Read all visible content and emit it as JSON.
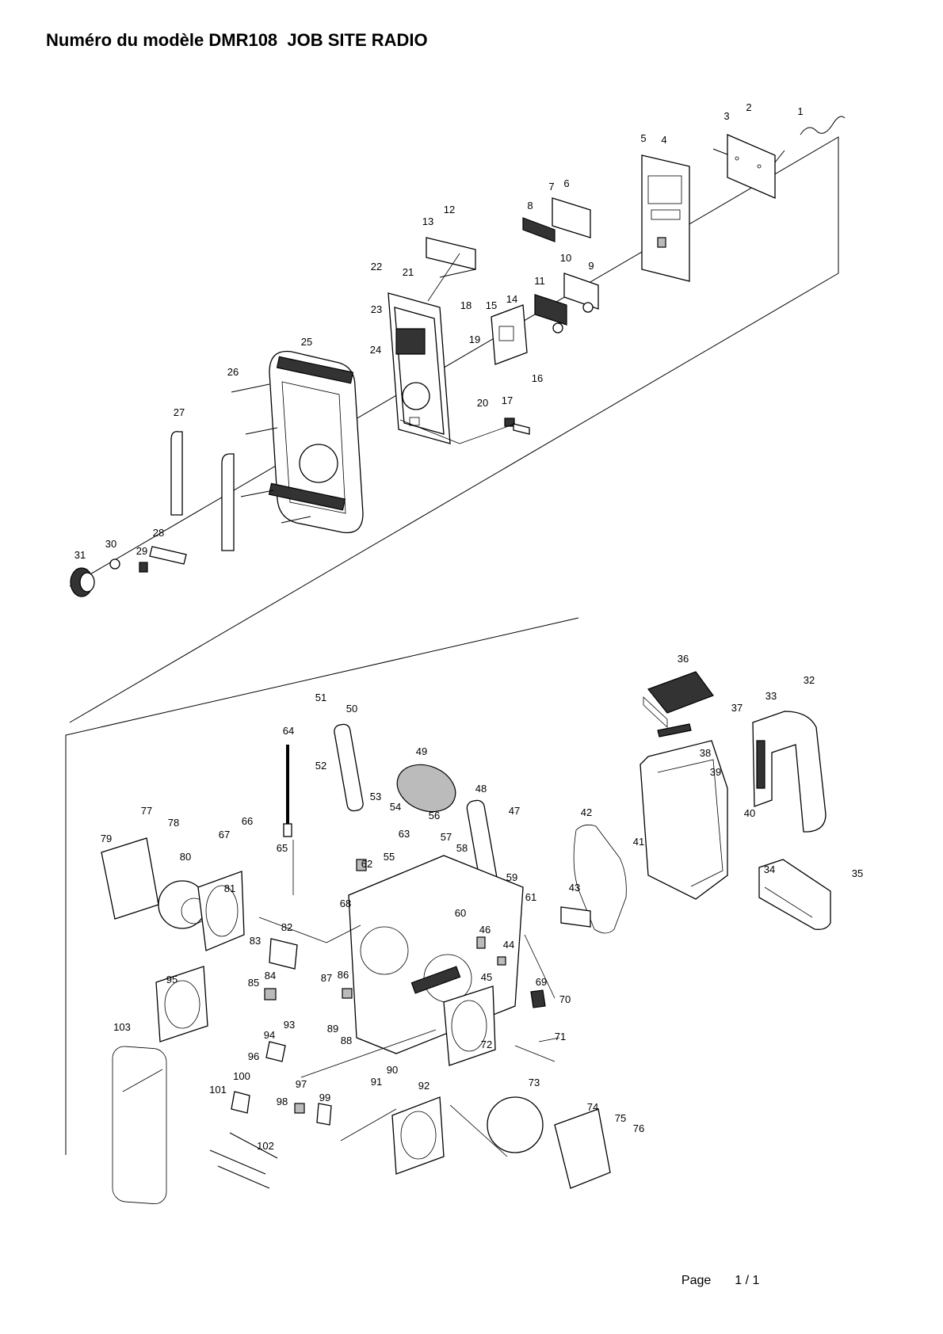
{
  "header": {
    "title": "Numéro du modèle DMR108  JOB SITE RADIO"
  },
  "footer": {
    "page_label": "Page",
    "page_number": "1 / 1"
  },
  "diagram": {
    "callouts": [
      "1",
      "2",
      "3",
      "4",
      "5",
      "6",
      "7",
      "8",
      "9",
      "10",
      "11",
      "12",
      "13",
      "14",
      "15",
      "16",
      "17",
      "18",
      "19",
      "20",
      "21",
      "22",
      "23",
      "24",
      "25",
      "26",
      "27",
      "28",
      "29",
      "30",
      "31",
      "32",
      "33",
      "34",
      "35",
      "36",
      "37",
      "38",
      "39",
      "40",
      "41",
      "42",
      "43",
      "44",
      "45",
      "46",
      "47",
      "48",
      "49",
      "50",
      "51",
      "52",
      "53",
      "54",
      "55",
      "56",
      "57",
      "58",
      "59",
      "60",
      "61",
      "62",
      "63",
      "64",
      "65",
      "66",
      "67",
      "68",
      "69",
      "70",
      "71",
      "72",
      "73",
      "74",
      "75",
      "76",
      "77",
      "78",
      "79",
      "80",
      "81",
      "82",
      "83",
      "84",
      "85",
      "86",
      "87",
      "88",
      "89",
      "90",
      "91",
      "92",
      "93",
      "94",
      "95",
      "96",
      "97",
      "98",
      "99",
      "100",
      "101",
      "102",
      "103"
    ]
  }
}
